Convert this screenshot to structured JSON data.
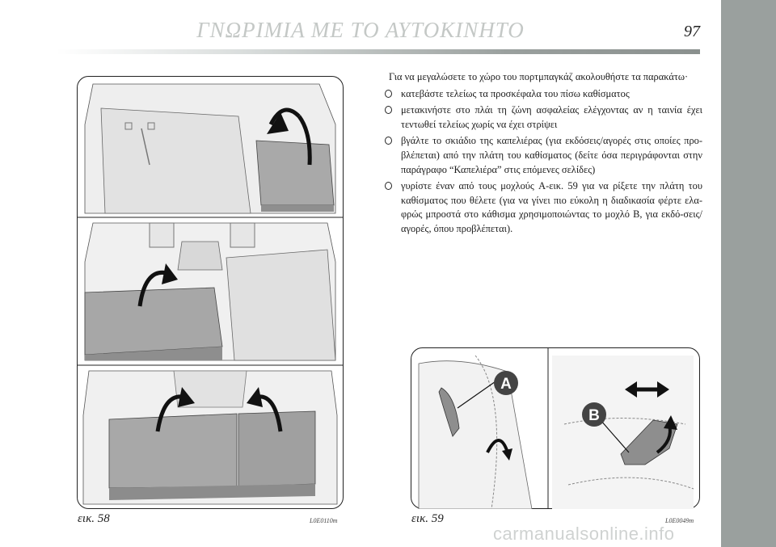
{
  "header": {
    "title": "ΓΝΩΡΙΜΙΑ ΜΕ ΤΟ ΑΥΤΟΚΙΝΗΤΟ",
    "page_number": "97"
  },
  "figures": {
    "fig58": {
      "caption": "εικ. 58",
      "code": "L0E0110m"
    },
    "fig59": {
      "caption": "εικ. 59",
      "code": "L0E0049m",
      "label_a": "A",
      "label_b": "B"
    }
  },
  "content": {
    "intro": "Για να μεγαλώσετε το χώρο του πορτμπαγκάζ ακολουθήστε τα παρακάτω·",
    "steps": [
      "κατεβάστε τελείως τα προσκέφαλα του πίσω καθίσματος",
      "μετακινήστε στο πλάι τη ζώνη ασφαλείας ελέγχοντας αν η ταινία έχει τεντωθεί τελείως χωρίς να έχει στρίψει",
      "βγάλτε το σκιάδιο της καπελιέρας (για εκδόσεις/αγορές στις οποίες προ-βλέπεται) από την πλάτη του καθίσματος (δείτε όσα περιγράφονται στην παράγραφο “Καπελιέρα” στις επόμενες σελίδες)",
      "γυρίστε έναν από τους μοχλούς A-εικ. 59 για να ρίξετε την πλάτη του καθίσματος που θέλετε (για να γίνει πιο εύκολη η διαδικασία φέρτε ελα-φρώς μπροστά στο κάθισμα χρησιμοποιώντας το μοχλό B, για εκδό-σεις/αγορές, όπου προβλέπεται)."
    ]
  },
  "watermark": "carmanualsonline.info"
}
